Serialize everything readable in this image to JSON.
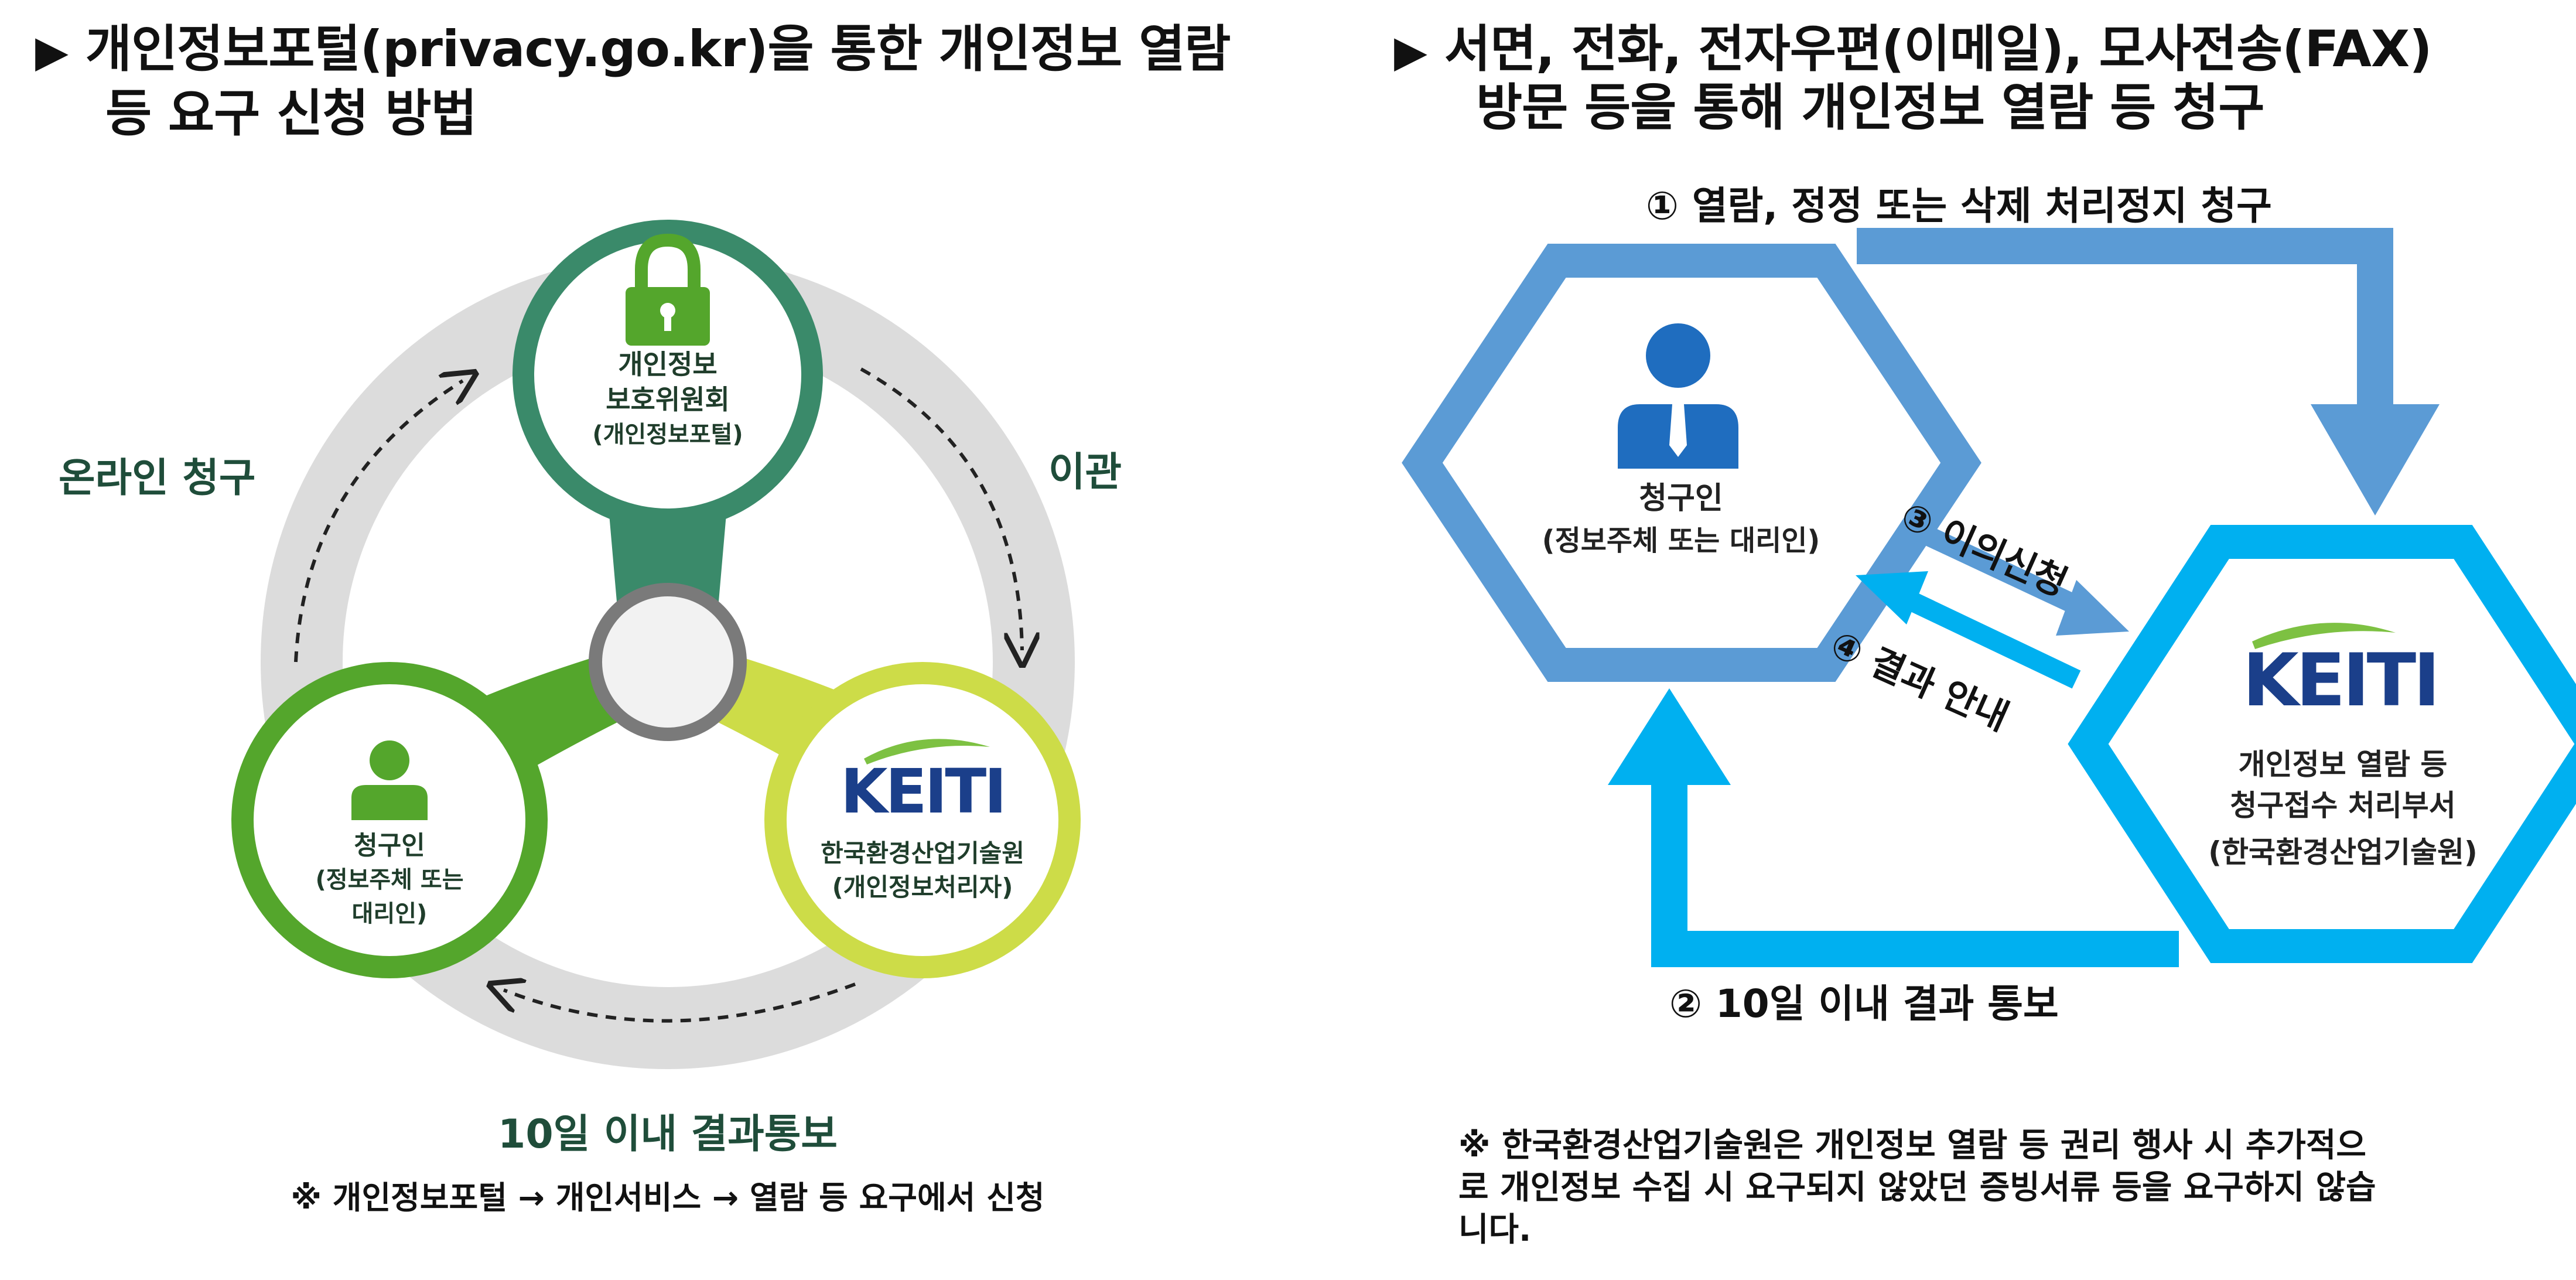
{
  "left": {
    "heading_line1": "개인정보포털(privacy.go.kr)을 통한 개인정보 열람",
    "heading_line2": "등 요구 신청 방법",
    "top_node": {
      "line1": "개인정보",
      "line2": "보호위원회",
      "line3": "(개인정보포털)"
    },
    "right_node": {
      "logo": "KEITI",
      "line1": "한국환경산업기술원",
      "line2": "(개인정보처리자)"
    },
    "left_node": {
      "line1": "청구인",
      "line2": "(정보주체 또는",
      "line3": "대리인)"
    },
    "label_online": "온라인 청구",
    "label_transfer": "이관",
    "label_result": "10일 이내 결과통보",
    "footnote": "※ 개인정보포털 → 개인서비스 → 열람 등 요구에서 신청",
    "colors": {
      "dark_green": "#3a8a6a",
      "green": "#54a62c",
      "lime": "#cddc48",
      "ring": "#dcdcdc"
    }
  },
  "right": {
    "heading_line1": "서면, 전화, 전자우편(이메일), 모사전송(FAX)",
    "heading_line2": "방문 등을 통해 개인정보 열람 등 청구",
    "step1": "① 열람, 정정 또는 삭제 처리정지 청구",
    "step2": "② 10일 이내 결과 통보",
    "step3": "③ 이의신청",
    "step4": "④ 결과 안내",
    "requester": {
      "line1": "청구인",
      "line2": "(정보주체 또는 대리인)"
    },
    "dept": {
      "logo": "KEITI",
      "line1": "개인정보 열람 등",
      "line2": "청구접수 처리부서",
      "line3": "(한국환경산업기술원)"
    },
    "note_line1": "※ 한국환경산업기술원은 개인정보 열람 등 권리 행사 시 추가적으",
    "note_line2": "로 개인정보 수집 시 요구되지 않았던 증빙서류 등을 요구하지 않습",
    "note_line3": "니다.",
    "colors": {
      "blue": "#5b9bd5",
      "cyan": "#00b0f0",
      "person": "#1f6dbf"
    }
  }
}
